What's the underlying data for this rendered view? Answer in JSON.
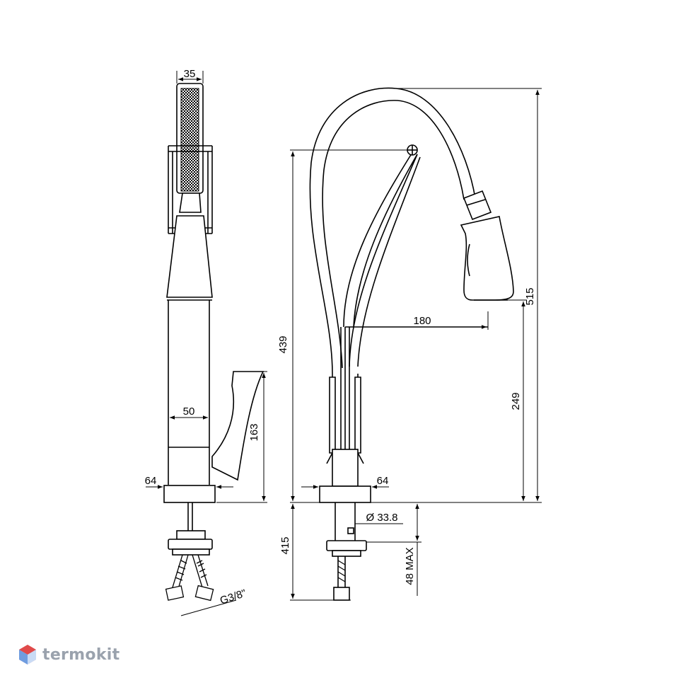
{
  "colors": {
    "line": "#000000",
    "background": "#ffffff",
    "brand_text": "#9aa2ad",
    "brand_red": "#e04a4a",
    "brand_blue": "#6f9de0"
  },
  "side_view": {
    "dim_handshower_width": "35",
    "dim_body_width": "50",
    "dim_lever_height": "163",
    "dim_base_width": "64",
    "dim_hose_thread": "G3/8\""
  },
  "front_view": {
    "dim_height_to_pivot": "439",
    "dim_total_height": "515",
    "dim_reach": "180",
    "dim_spout_height": "249",
    "dim_base_width": "64",
    "dim_shank_diameter": "Ø 33.8",
    "dim_below_deck": "415",
    "dim_deck_thickness": "48 MAX"
  },
  "brand": {
    "name": "termokit",
    "icon": "hexagon-logo-icon"
  }
}
